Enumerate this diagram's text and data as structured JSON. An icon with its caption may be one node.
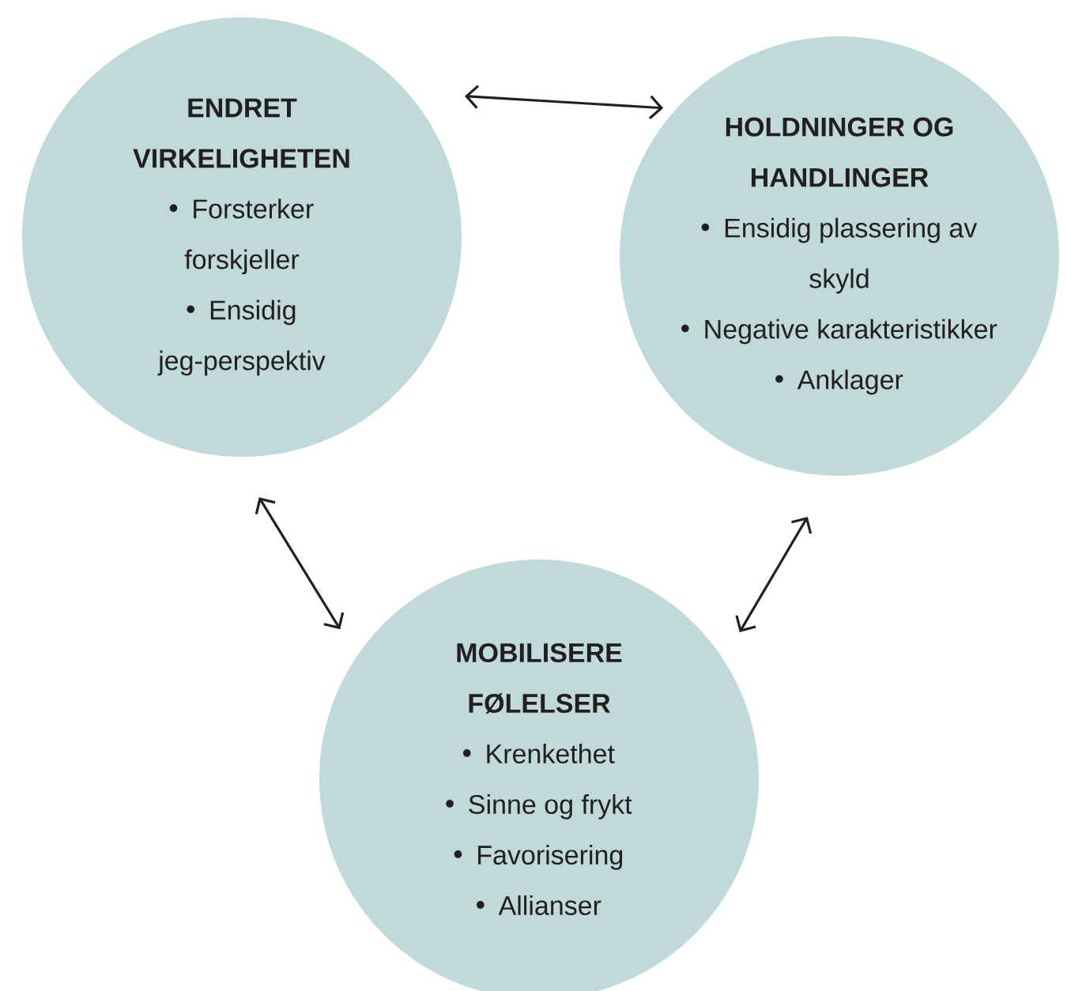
{
  "diagram": {
    "nodes": [
      {
        "text": [
          "ENDRET VIRKELIGHETEN",
          "Forsterker forskjeller",
          "Ensidig jeg-perspektiv"
        ]
      },
      {
        "text": [
          "HOLDNINGER OG HANDLINGER",
          "Ensidig plassering av skyld",
          "Negative karakteristikker",
          "Anklager"
        ]
      },
      {
        "text": [
          "MOBILISERE FØLELSER",
          "Krenkethet",
          "Sinne og frykt",
          "Favorisering",
          "Allianser"
        ]
      }
    ],
    "edges": [
      {
        "from": 0,
        "to": 1,
        "arrow": "both"
      },
      {
        "from": 0,
        "to": 2,
        "arrow": "both"
      },
      {
        "from": 1,
        "to": 2,
        "arrow": "both"
      }
    ]
  }
}
